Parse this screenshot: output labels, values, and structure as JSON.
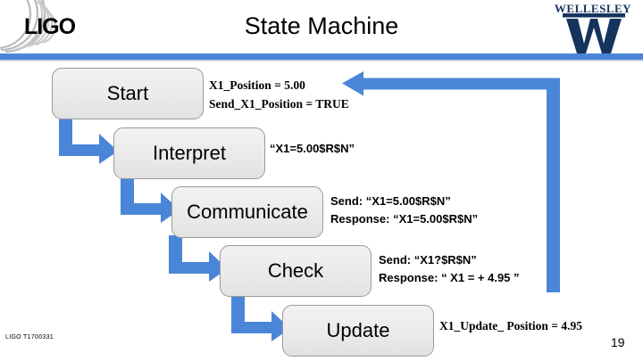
{
  "slide": {
    "title": "State Machine",
    "accent_color": "#4a86d8",
    "box_fill": "#ebebeb",
    "box_border": "#9b9b9b"
  },
  "logos": {
    "ligo": {
      "name": "ligo-logo",
      "wordmark": "LIGO"
    },
    "wellesley": {
      "name": "wellesley-logo",
      "wordmark": "WELLESLEY",
      "monogram": "W"
    }
  },
  "states": [
    {
      "id": "start",
      "label": "Start"
    },
    {
      "id": "interpret",
      "label": "Interpret"
    },
    {
      "id": "communicate",
      "label": "Communicate"
    },
    {
      "id": "check",
      "label": "Check"
    },
    {
      "id": "update",
      "label": "Update"
    }
  ],
  "annotations": {
    "start": {
      "line1": "X1_Position = 5.00",
      "line2": "Send_X1_Position = TRUE"
    },
    "interpret": {
      "line1": "“X1=5.00$R$N”"
    },
    "communicate": {
      "line1": "Send: “X1=5.00$R$N”",
      "line2": "Response: “X1=5.00$R$N”"
    },
    "check": {
      "line1": "Send: “X1?$R$N”",
      "line2": "Response: “ X1 = + 4.95 ”"
    },
    "update": {
      "line1": "X1_Update_ Position = 4.95"
    }
  },
  "footer": {
    "doc_id": "LIGO T1700331",
    "page_number": "19"
  }
}
